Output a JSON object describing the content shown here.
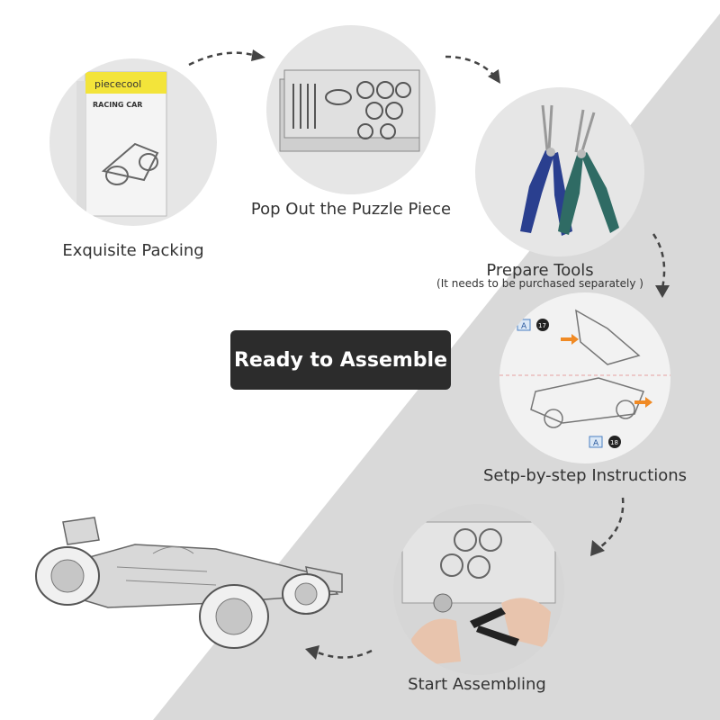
{
  "brand": "piececool",
  "box_title": "RACING CAR",
  "steps": [
    {
      "label": "Exquisite Packing"
    },
    {
      "label": "Pop Out the Puzzle Piece"
    },
    {
      "label": "Prepare Tools",
      "note": "(It needs to be purchased separately  )"
    },
    {
      "label": "Setp-by-step Instructions"
    },
    {
      "label": "Start Assembling"
    }
  ],
  "center_badge": "Ready to Assemble",
  "instruction_tags": [
    "A",
    "17",
    "A",
    "18"
  ],
  "colors": {
    "background_left": "#ffffff",
    "background_right": "#d9d9d9",
    "badge": "#2c2c2c",
    "arrow": "#444444",
    "accent_yellow": "#f3e43a",
    "accent_orange": "#f08a24",
    "plier_blue": "#2a3f8f",
    "plier_teal": "#2f6b64"
  }
}
